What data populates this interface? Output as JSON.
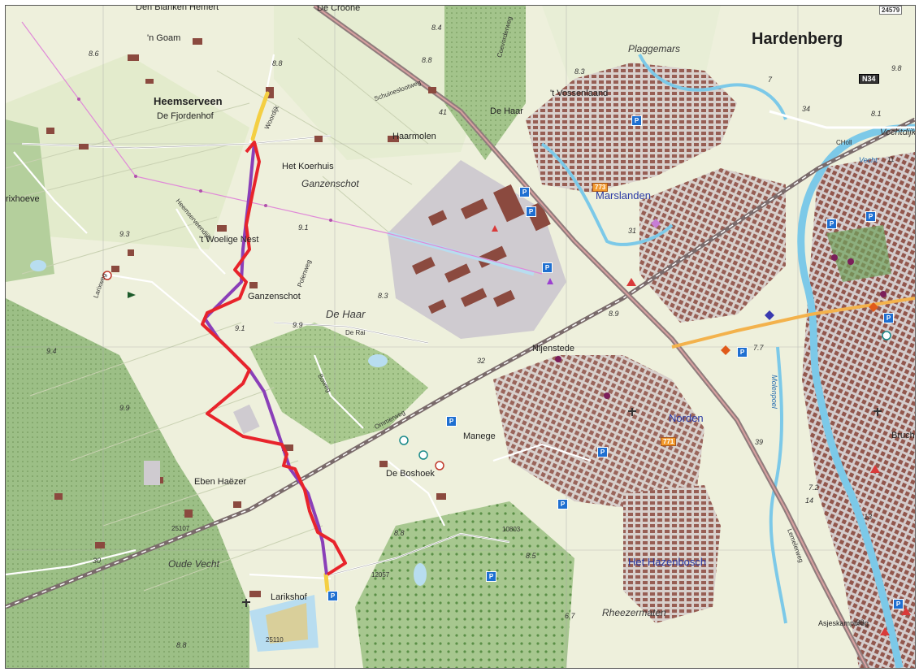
{
  "places": {
    "hardenberg": "Hardenberg",
    "heemserveen": "Heemserveen",
    "marslanden": "Marslanden",
    "norden": "Norden",
    "hazenbosch": "Het Hazenbosch",
    "plaggemars": "Plaggemars",
    "ganzenschot_area": "Ganzenschot",
    "de_haar_area": "De Haar",
    "oude_vecht": "Oude Vecht",
    "rheezermaten": "Rheezermaten",
    "den_blanken_hemert": "Den Blanken Hemert",
    "de_croone": "De Croone",
    "n_goam": "'n Goam",
    "de_fjordenhof": "De Fjordenhof",
    "het_koerhuis": "Het Koerhuis",
    "haarmolen": "Haarmolen",
    "vossenlaand": "'t Vossenlaand",
    "de_haar_local": "De Haar",
    "woelige_nest": "'t Woelige Nest",
    "ganzenschot_local": "Ganzenschot",
    "nijenstede": "Nijenstede",
    "manege": "Manege",
    "de_boshoek": "De Boshoek",
    "eben_haezer": "Eben Haëzer",
    "larikshof": "Larikshof",
    "rixhoeve": "rixhoeve",
    "bruch": "Bruch",
    "asjeskampbrug": "Asjeskampbrug"
  },
  "roads": {
    "n34": "N34",
    "r24579": "24579",
    "r773": "773",
    "r771": "771",
    "r25107": "25107",
    "r25110": "25110",
    "r12057": "12057",
    "r10803": "10803",
    "vechtdijk": "Vechtdijk",
    "de_rai": "De Rai",
    "heemserveendijk": "Heemserveendijk",
    "woordijk": "Woordijk",
    "polenweg": "Polenweg",
    "boweg": "Boweg",
    "ommerweg": "Ommerweg",
    "schuineslootweg": "Schuineslootweg",
    "larixweg": "Larixweg",
    "coevorderweg": "Coevorderweg",
    "lemelerweg": "Lemelerweg",
    "choll": "CHoll",
    "vecht_water": "Vecht",
    "molenpoel": "Molenpoel",
    "n11": "11"
  },
  "elevations": {
    "e1": "8.6",
    "e2": "8.8",
    "e3": "8.4",
    "e4": "8.3",
    "e5": "8.8",
    "e6": "9.1",
    "e7": "9.3",
    "e8": "9.4",
    "e9": "9.1",
    "e10": "8.3",
    "e11": "9.9",
    "e12": "8.9",
    "e13": "7.7",
    "e14": "8.1",
    "e15": "9.8",
    "e16": "8.8",
    "e17": "8.5",
    "e18": "6.7",
    "e19": "7.2",
    "e20": "14",
    "e21": "13",
    "e22": "38",
    "e23": "32",
    "e24": "39",
    "e25": "31",
    "e26": "30",
    "e27": "41",
    "e28": "8.8",
    "e29": "9.9",
    "e30": "34",
    "e31": "7"
  },
  "colors": {
    "route_red": "#e8242b",
    "route_purple": "#8a3fb8",
    "route_yellow": "#f4cf42",
    "water": "#7cc9e8",
    "forest": "#8fb37a",
    "built": "#c8c4c0",
    "houses": "#8b4a3f"
  },
  "icons": {
    "parking": "P",
    "info": "i"
  }
}
